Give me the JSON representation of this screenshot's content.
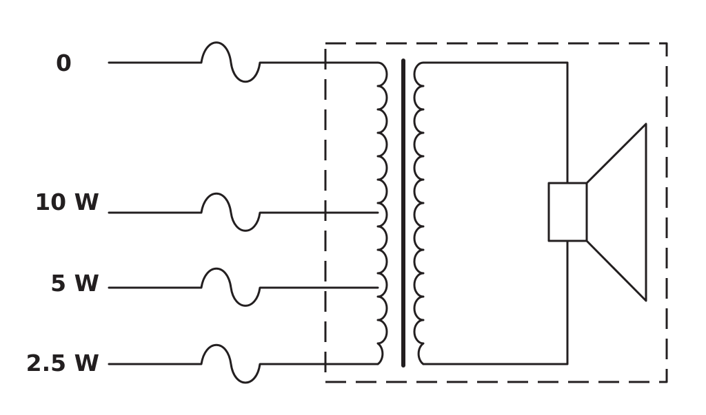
{
  "taps": [
    {
      "label": "0"
    },
    {
      "label": "10 W"
    },
    {
      "label": "5 W"
    },
    {
      "label": "2.5 W"
    }
  ],
  "colors": {
    "ink": "#231f20",
    "background": "#ffffff"
  },
  "components": {
    "fuse_count": 4,
    "primary_coil_turns": 13,
    "secondary_coil_turns": 13,
    "speaker": "loudspeaker-icon",
    "enclosure": "dashed-box"
  }
}
